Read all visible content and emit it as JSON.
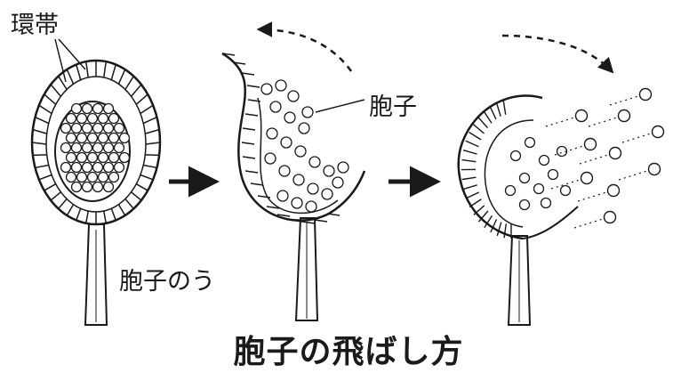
{
  "labels": {
    "annulus": "環帯",
    "spore": "胞子",
    "sporangium": "胞子のう"
  },
  "title": "胞子の飛ばし方",
  "colors": {
    "ink": "#1a1a1a",
    "background": "#ffffff"
  },
  "stages": [
    {
      "name": "closed sporangium"
    },
    {
      "name": "opening sporangium"
    },
    {
      "name": "spores ejected"
    }
  ],
  "icons": [
    "arrow-right-icon",
    "curved-dashed-arrow-icon"
  ]
}
